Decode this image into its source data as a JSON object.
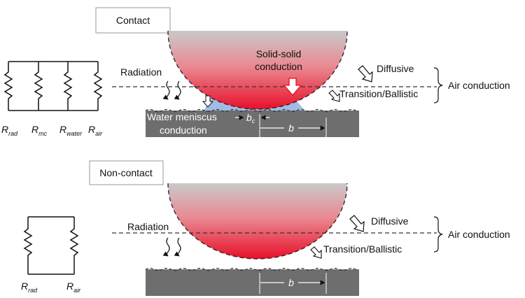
{
  "panels": {
    "contact": {
      "title": "Contact",
      "labels": {
        "radiation": "Radiation",
        "solid_solid_1": "Solid-solid",
        "solid_solid_2": "conduction",
        "diffusive": "Diffusive",
        "air_conduction": "Air conduction",
        "transition": "Transition/Ballistic",
        "water_meniscus_1": "Water meniscus",
        "water_meniscus_2": "conduction",
        "b_c": "b",
        "b_c_sub": "c",
        "b": "b"
      },
      "resistors": [
        {
          "symbol": "R",
          "sub": "rad"
        },
        {
          "symbol": "R",
          "sub": "mc"
        },
        {
          "symbol": "R",
          "sub": "water"
        },
        {
          "symbol": "R",
          "sub": "air"
        }
      ]
    },
    "noncontact": {
      "title": "Non-contact",
      "labels": {
        "radiation": "Radiation",
        "diffusive": "Diffusive",
        "air_conduction": "Air conduction",
        "transition": "Transition/Ballistic",
        "b": "b"
      },
      "resistors": [
        {
          "symbol": "R",
          "sub": "rad"
        },
        {
          "symbol": "R",
          "sub": "air"
        }
      ]
    }
  },
  "colors": {
    "tip_top": "#c9c9c9",
    "tip_bottom": "#e8102a",
    "substrate": "#6e6e6e",
    "meniscus": "#8fb0e0"
  }
}
